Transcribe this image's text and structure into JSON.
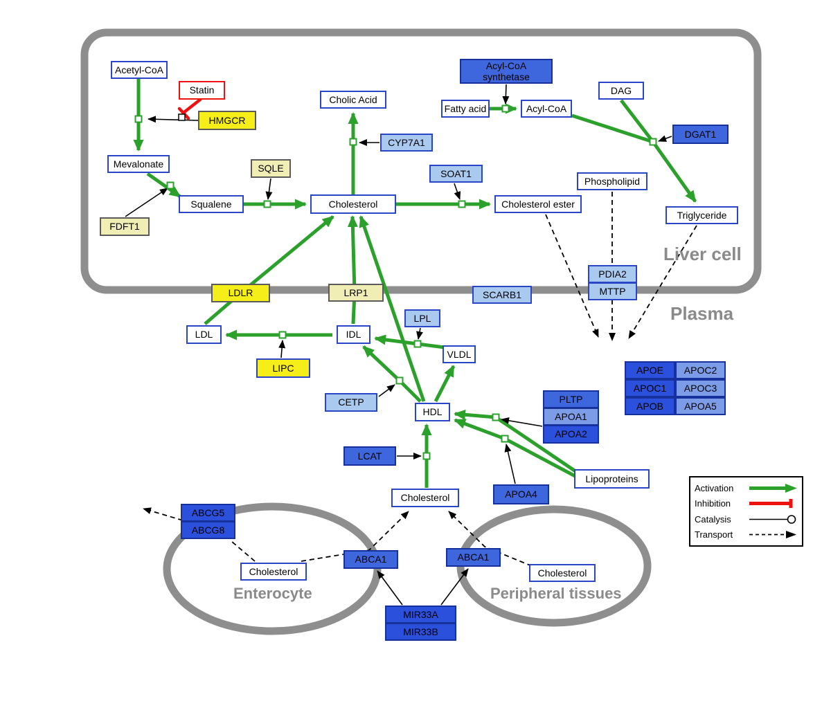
{
  "compartments": {
    "liver": "Liver cell",
    "plasma": "Plasma",
    "enterocyte": "Enterocyte",
    "peripheral": "Peripheral tissues"
  },
  "legend": {
    "activation": "Activation",
    "inhibition": "Inhibition",
    "catalysis": "Catalysis",
    "transport": "Transport"
  },
  "colors": {
    "activation_green": "#2ba02b",
    "inhibition_red": "#ee1111",
    "membrane_gray": "#8e8e8e",
    "gene_blue": "#3e66dd",
    "gene_blue_dark": "#2b50dc",
    "gene_blue_mid": "#7c9ce8",
    "gene_light_blue": "#a9c9ef",
    "drug_target_yellow": "#f5ee18",
    "enzyme_pale_yellow": "#f0eeb4",
    "metabolite_border_blue": "#2a46c8"
  },
  "nodes": {
    "acetyl_coa": {
      "label": "Acetyl-CoA",
      "kind": "metabolite"
    },
    "statin": {
      "label": "Statin",
      "kind": "drug"
    },
    "hmgcr": {
      "label": "HMGCR",
      "kind": "gene"
    },
    "mevalonate": {
      "label": "Mevalonate",
      "kind": "metabolite"
    },
    "fdft1": {
      "label": "FDFT1",
      "kind": "gene"
    },
    "squalene": {
      "label": "Squalene",
      "kind": "metabolite"
    },
    "sqle": {
      "label": "SQLE",
      "kind": "gene"
    },
    "cholic_acid": {
      "label": "Cholic Acid",
      "kind": "metabolite"
    },
    "cyp7a1": {
      "label": "CYP7A1",
      "kind": "gene"
    },
    "cholesterol_liver": {
      "label": "Cholesterol",
      "kind": "metabolite"
    },
    "soat1": {
      "label": "SOAT1",
      "kind": "gene"
    },
    "cholesterol_ester": {
      "label": "Cholesterol ester",
      "kind": "metabolite"
    },
    "acyl_coa_synthetase": {
      "label": "Acyl-CoA synthetase",
      "kind": "gene"
    },
    "fatty_acid": {
      "label": "Fatty acid",
      "kind": "metabolite"
    },
    "acyl_coa": {
      "label": "Acyl-CoA",
      "kind": "metabolite"
    },
    "dag": {
      "label": "DAG",
      "kind": "metabolite"
    },
    "dgat1": {
      "label": "DGAT1",
      "kind": "gene"
    },
    "phospholipid": {
      "label": "Phospholipid",
      "kind": "metabolite"
    },
    "triglyceride": {
      "label": "Triglyceride",
      "kind": "metabolite"
    },
    "ldlr": {
      "label": "LDLR",
      "kind": "gene"
    },
    "lrp1": {
      "label": "LRP1",
      "kind": "gene"
    },
    "scarb1": {
      "label": "SCARB1",
      "kind": "gene"
    },
    "pdia2": {
      "label": "PDIA2",
      "kind": "gene"
    },
    "mttp": {
      "label": "MTTP",
      "kind": "gene"
    },
    "ldl": {
      "label": "LDL",
      "kind": "metabolite"
    },
    "idl": {
      "label": "IDL",
      "kind": "metabolite"
    },
    "lpl": {
      "label": "LPL",
      "kind": "gene"
    },
    "vldl": {
      "label": "VLDL",
      "kind": "metabolite"
    },
    "lipc": {
      "label": "LIPC",
      "kind": "gene"
    },
    "cetp": {
      "label": "CETP",
      "kind": "gene"
    },
    "hdl": {
      "label": "HDL",
      "kind": "metabolite"
    },
    "pltp": {
      "label": "PLTP",
      "kind": "gene"
    },
    "apoa1": {
      "label": "APOA1",
      "kind": "gene"
    },
    "apoa2": {
      "label": "APOA2",
      "kind": "gene"
    },
    "lcat": {
      "label": "LCAT",
      "kind": "gene"
    },
    "apoa4": {
      "label": "APOA4",
      "kind": "gene"
    },
    "lipoproteins": {
      "label": "Lipoproteins",
      "kind": "metabolite"
    },
    "apoe": {
      "label": "APOE",
      "kind": "gene"
    },
    "apoc2": {
      "label": "APOC2",
      "kind": "gene"
    },
    "apoc1": {
      "label": "APOC1",
      "kind": "gene"
    },
    "apoc3": {
      "label": "APOC3",
      "kind": "gene"
    },
    "apob": {
      "label": "APOB",
      "kind": "gene"
    },
    "apoa5": {
      "label": "APOA5",
      "kind": "gene"
    },
    "cholesterol_plasma": {
      "label": "Cholesterol",
      "kind": "metabolite"
    },
    "abcg5": {
      "label": "ABCG5",
      "kind": "gene"
    },
    "abcg8": {
      "label": "ABCG8",
      "kind": "gene"
    },
    "cholesterol_enterocyte": {
      "label": "Cholesterol",
      "kind": "metabolite"
    },
    "abca1_enterocyte": {
      "label": "ABCA1",
      "kind": "gene"
    },
    "abca1_peripheral": {
      "label": "ABCA1",
      "kind": "gene"
    },
    "cholesterol_peripheral": {
      "label": "Cholesterol",
      "kind": "metabolite"
    },
    "mir33a": {
      "label": "MIR33A",
      "kind": "gene"
    },
    "mir33b": {
      "label": "MIR33B",
      "kind": "gene"
    }
  },
  "edges": [
    {
      "type": "activation",
      "from": "acetyl_coa",
      "to": "mevalonate",
      "catalyst": "hmgcr",
      "inhibited_by": "statin"
    },
    {
      "type": "activation",
      "from": "mevalonate",
      "to": "squalene",
      "catalyst": "fdft1"
    },
    {
      "type": "activation",
      "from": "squalene",
      "to": "cholesterol_liver",
      "catalyst": "sqle"
    },
    {
      "type": "activation",
      "from": "cholesterol_liver",
      "to": "cholic_acid",
      "catalyst": "cyp7a1"
    },
    {
      "type": "activation",
      "from": "cholesterol_liver",
      "to": "cholesterol_ester",
      "catalyst": "soat1"
    },
    {
      "type": "activation",
      "from": "fatty_acid",
      "to": "acyl_coa",
      "catalyst": "acyl_coa_synthetase"
    },
    {
      "type": "activation",
      "from": "acyl_coa",
      "to": "triglyceride",
      "catalyst": "dgat1"
    },
    {
      "type": "activation",
      "from": "dag",
      "to": "triglyceride",
      "catalyst": "dgat1"
    },
    {
      "type": "activation",
      "from": "ldl",
      "to": "cholesterol_liver",
      "via": "ldlr"
    },
    {
      "type": "activation",
      "from": "idl",
      "to": "cholesterol_liver",
      "via": "lrp1"
    },
    {
      "type": "activation",
      "from": "hdl",
      "to": "cholesterol_liver"
    },
    {
      "type": "activation",
      "from": "idl",
      "to": "ldl",
      "catalyst": "lipc"
    },
    {
      "type": "activation",
      "from": "vldl",
      "to": "idl",
      "catalyst": "lpl"
    },
    {
      "type": "activation",
      "from": "hdl",
      "to": "idl",
      "catalyst": "cetp"
    },
    {
      "type": "activation",
      "from": "hdl",
      "to": "vldl"
    },
    {
      "type": "activation",
      "from": "lipoproteins",
      "to": "hdl",
      "modulators": [
        "pltp",
        "apoa1",
        "apoa2"
      ]
    },
    {
      "type": "activation",
      "from": "lipoproteins",
      "to": "hdl",
      "modulators": [
        "apoa4"
      ]
    },
    {
      "type": "activation",
      "from": "cholesterol_plasma",
      "to": "hdl",
      "catalyst": "lcat"
    },
    {
      "type": "inhibition",
      "from": "statin",
      "to": "hmgcr"
    },
    {
      "type": "transport",
      "from": "cholesterol_ester",
      "to": "plasma"
    },
    {
      "type": "transport",
      "from": "phospholipid",
      "to": "plasma"
    },
    {
      "type": "transport",
      "from": "triglyceride",
      "to": "plasma"
    },
    {
      "type": "transport",
      "from": "cholesterol_enterocyte",
      "to": "cholesterol_plasma",
      "via": "abca1_enterocyte"
    },
    {
      "type": "transport",
      "from": "cholesterol_peripheral",
      "to": "cholesterol_plasma",
      "via": "abca1_peripheral"
    },
    {
      "type": "transport",
      "from": "cholesterol_enterocyte",
      "to": "outside",
      "via": "abcg5_abcg8"
    },
    {
      "type": "catalysis",
      "from": "mir33a_mir33b",
      "to": "abca1_enterocyte"
    },
    {
      "type": "catalysis",
      "from": "mir33a_mir33b",
      "to": "abca1_peripheral"
    }
  ]
}
